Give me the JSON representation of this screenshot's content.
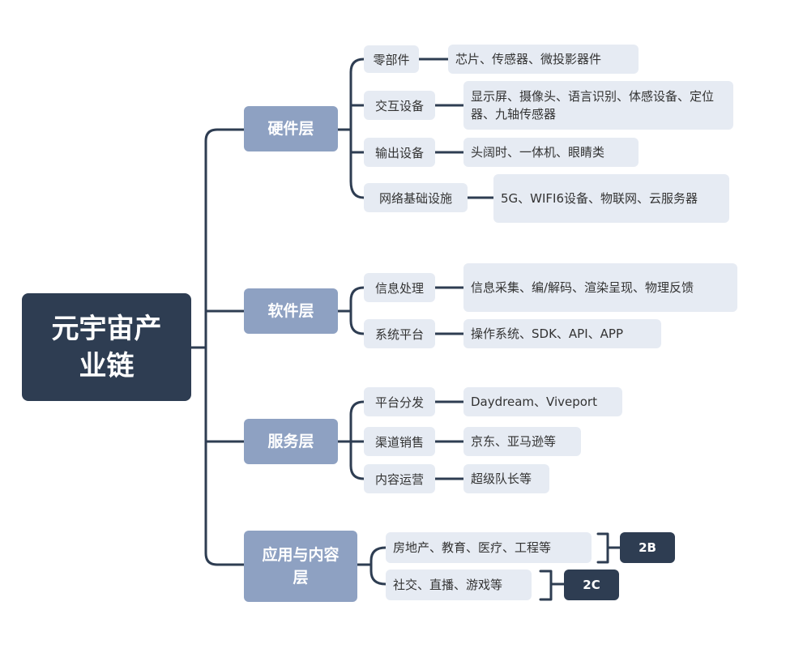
{
  "root": "元宇宙产业链",
  "layers": [
    {
      "name": "硬件层",
      "items": [
        {
          "category": "零部件",
          "detail": "芯片、传感器、微投影器件"
        },
        {
          "category": "交互设备",
          "detail": "显示屏、摄像头、语言识别、体感设备、定位器、九轴传感器"
        },
        {
          "category": "输出设备",
          "detail": "头阔时、一体机、眼睛类"
        },
        {
          "category": "网络基础设施",
          "detail": "5G、WIFI6设备、物联网、云服务器"
        }
      ]
    },
    {
      "name": "软件层",
      "items": [
        {
          "category": "信息处理",
          "detail": "信息采集、编/解码、渲染呈现、物理反馈"
        },
        {
          "category": "系统平台",
          "detail": "操作系统、SDK、API、APP"
        }
      ]
    },
    {
      "name": "服务层",
      "items": [
        {
          "category": "平台分发",
          "detail": "Daydream、Viveport"
        },
        {
          "category": "渠道销售",
          "detail": "京东、亚马逊等"
        },
        {
          "category": "内容运营",
          "detail": "超级队长等"
        }
      ]
    },
    {
      "name": "应用与内容层",
      "items": [
        {
          "detail": "房地产、教育、医疗、工程等",
          "tag": "2B"
        },
        {
          "detail": "社交、直播、游戏等",
          "tag": "2C"
        }
      ]
    }
  ],
  "colors": {
    "dark": "#2e3d52",
    "layer": "#8ea1c2",
    "light": "#e6ebf3",
    "line": "#2e3d52"
  }
}
